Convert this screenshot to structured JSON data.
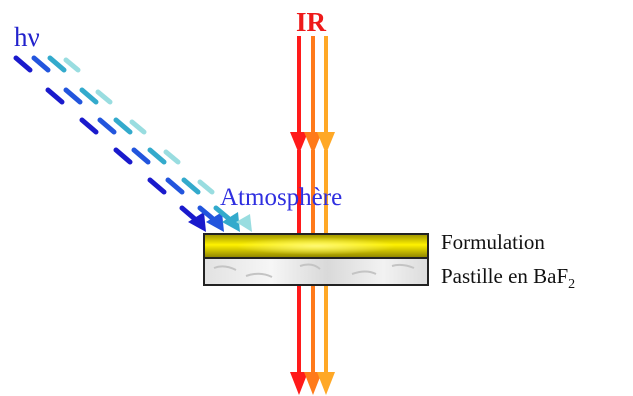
{
  "labels": {
    "photon": "hν",
    "infrared": "IR",
    "atmosphere": "Atmosphère",
    "formulation": "Formulation",
    "pellet": "Pastille en BaF",
    "pellet_subscript": "2"
  },
  "colors": {
    "ir_red": "#ff1a1a",
    "ir_orange": "#ff7a1a",
    "ir_amber": "#ffa826",
    "uv_dark_blue": "#1a1acc",
    "uv_blue": "#2255dd",
    "uv_teal": "#33aacc",
    "uv_light": "#99dde0",
    "formulation_layer": "#d8c800",
    "pellet_layer": "#e6e6e6"
  },
  "icons": {
    "uv_rays": "dashed-diagonal-arrows",
    "ir_beams": "vertical-arrows"
  }
}
